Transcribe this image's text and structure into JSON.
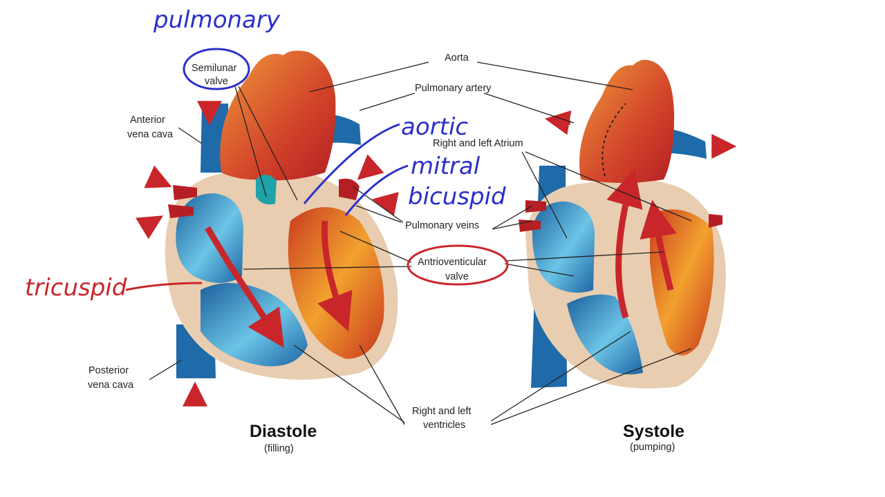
{
  "labels": {
    "aorta": "Aorta",
    "pulmonary_artery": "Pulmonary artery",
    "semilunar_valve_line1": "Semilunar",
    "semilunar_valve_line2": "valve",
    "anterior_vena_cava_line1": "Anterior",
    "anterior_vena_cava_line2": "vena cava",
    "right_left_atrium": "Right and left Atrium",
    "pulmonary_veins": "Pulmonary veins",
    "av_valve_line1": "Antrioventicular",
    "av_valve_line2": "valve",
    "posterior_vena_cava_line1": "Posterior",
    "posterior_vena_cava_line2": "vena cava",
    "ventricles_line1": "Right and left",
    "ventricles_line2": "ventricles"
  },
  "panels": {
    "diastole": {
      "title": "Diastole",
      "subtitle": "(filling)"
    },
    "systole": {
      "title": "Systole",
      "subtitle": "(pumping)"
    }
  },
  "annotations": {
    "pulmonary": "pulmonary",
    "aortic": "aortic",
    "mitral": "mitral",
    "bicuspid": "bicuspid",
    "tricuspid": "tricuspid"
  },
  "colors": {
    "blood_blue": "#1f6aa8",
    "blood_red": "#c8262a",
    "oxygenated": "#e8742a",
    "tissue": "#e9cdb0",
    "annotation_blue": "#2b2fc9",
    "annotation_red": "#c8262a"
  }
}
